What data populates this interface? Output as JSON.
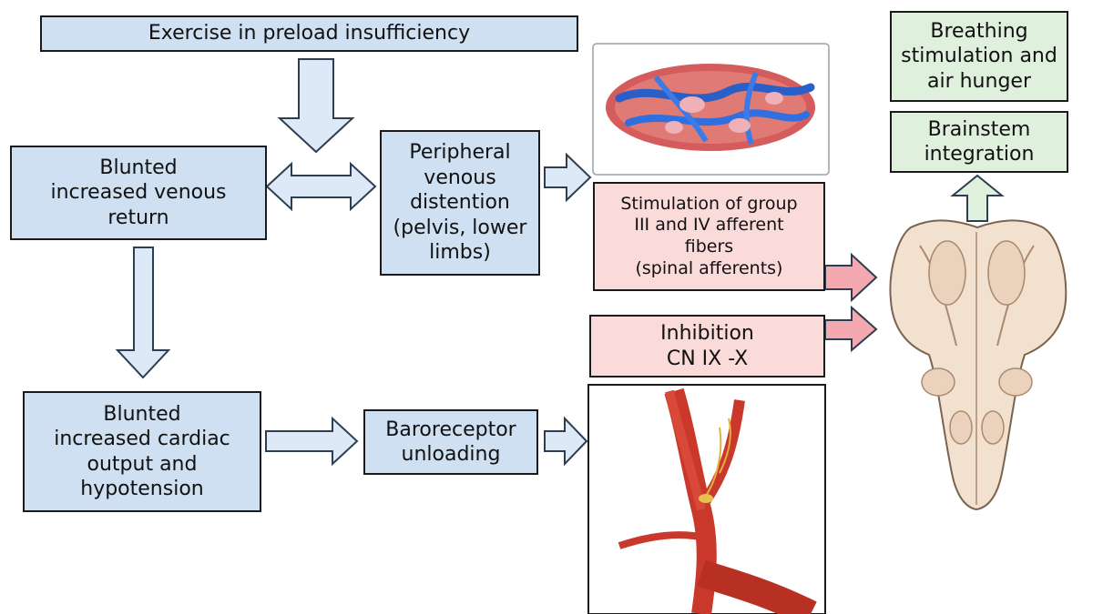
{
  "boxes": {
    "exercise": "Exercise in preload insufficiency",
    "venous_return": "Blunted\nincreased venous\nreturn",
    "peripheral": "Peripheral\nvenous\ndistention\n(pelvis, lower\nlimbs)",
    "stimulation": "Stimulation of group\nIII and IV afferent\nfibers\n(spinal afferents)",
    "inhibition": "Inhibition\nCN IX -X",
    "cardiac_output": "Blunted\nincreased cardiac\noutput and\nhypotension",
    "baroreceptor": "Baroreceptor\nunloading",
    "breathing": "Breathing\nstimulation and\nair hunger",
    "brainstem_integration": "Brainstem\nintegration"
  },
  "colors": {
    "blue_box": "#cfe0f2",
    "pink_box": "#fbdada",
    "green_box": "#dff1dc",
    "arrow_fill": "#dde9f6",
    "pink_arrow": "#f4a9b0"
  },
  "images": [
    "veins-illustration",
    "carotid-artery-illustration",
    "brainstem-illustration"
  ]
}
